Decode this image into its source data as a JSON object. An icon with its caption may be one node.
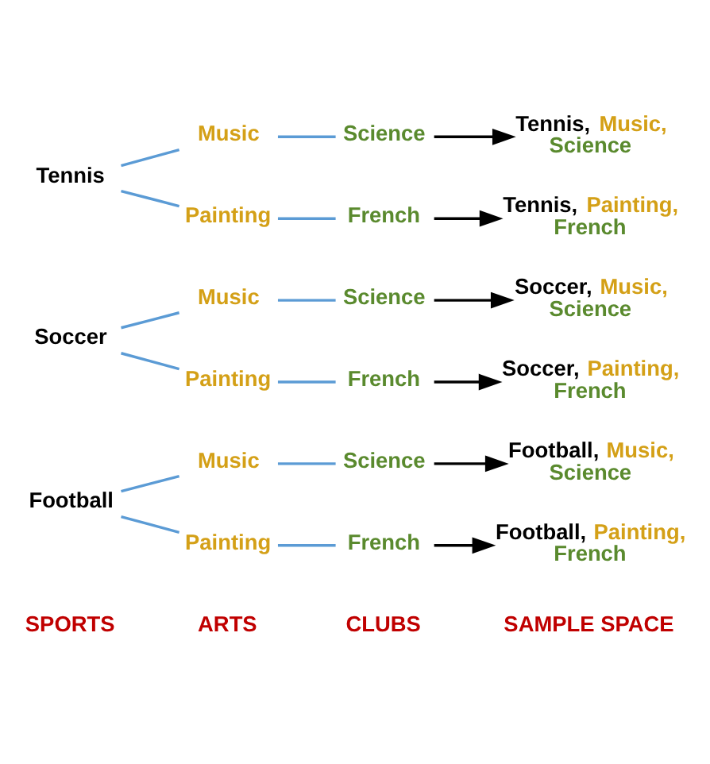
{
  "diagram": {
    "nodes": [
      {
        "text": [
          "Football"
        ]
      },
      {
        "text": [
          "Music"
        ]
      },
      {
        "text": [
          "Painting"
        ]
      },
      {
        "text": [
          "Science"
        ]
      },
      {
        "text": [
          "French"
        ]
      },
      {
        "text": [
          "Football, Music, Science"
        ]
      },
      {
        "text": [
          "Football, Painting, French"
        ]
      },
      {
        "text": [
          "Soccer"
        ]
      },
      {
        "text": [
          "Music"
        ]
      },
      {
        "text": [
          "Painting"
        ]
      },
      {
        "text": [
          "Science"
        ]
      },
      {
        "text": [
          "French"
        ]
      },
      {
        "text": [
          "Soccer, Music, Science"
        ]
      },
      {
        "text": [
          "Soccer, Painting, French"
        ]
      },
      {
        "text": [
          "Tennis"
        ]
      },
      {
        "text": [
          "Music"
        ]
      },
      {
        "text": [
          "Painting"
        ]
      },
      {
        "text": [
          "Science"
        ]
      },
      {
        "text": [
          "French"
        ]
      },
      {
        "text": [
          "Tennis, Music, Science"
        ]
      },
      {
        "text": [
          "Tennis, Painting, French"
        ]
      }
    ],
    "edges": [
      {
        "from": 0,
        "to": 1,
        "arrow": "none"
      },
      {
        "from": 0,
        "to": 2,
        "arrow": "none"
      },
      {
        "from": 1,
        "to": 3,
        "arrow": "none"
      },
      {
        "from": 2,
        "to": 4,
        "arrow": "none"
      },
      {
        "from": 3,
        "to": 5,
        "arrow": "to",
        "color": "#000000"
      },
      {
        "from": 4,
        "to": 6,
        "arrow": "to",
        "color": "#000000"
      },
      {
        "from": 7,
        "to": 8,
        "arrow": "none"
      },
      {
        "from": 7,
        "to": 9,
        "arrow": "none"
      },
      {
        "from": 8,
        "to": 10,
        "arrow": "none"
      },
      {
        "from": 9,
        "to": 11,
        "arrow": "none"
      },
      {
        "from": 10,
        "to": 12,
        "arrow": "to",
        "color": "#000000"
      },
      {
        "from": 11,
        "to": 13,
        "arrow": "to",
        "color": "#000000"
      },
      {
        "from": 14,
        "to": 15,
        "arrow": "none"
      },
      {
        "from": 14,
        "to": 16,
        "arrow": "none"
      },
      {
        "from": 15,
        "to": 17,
        "arrow": "none"
      },
      {
        "from": 16,
        "to": 18,
        "arrow": "none"
      },
      {
        "from": 17,
        "to": 19,
        "arrow": "to",
        "color": "#000000"
      },
      {
        "from": 18,
        "to": 20,
        "arrow": "to",
        "color": "#000000"
      }
    ],
    "labels": [
      "SPORTS",
      "ARTS",
      "CLUBS",
      "SAMPLE SPACE"
    ]
  }
}
